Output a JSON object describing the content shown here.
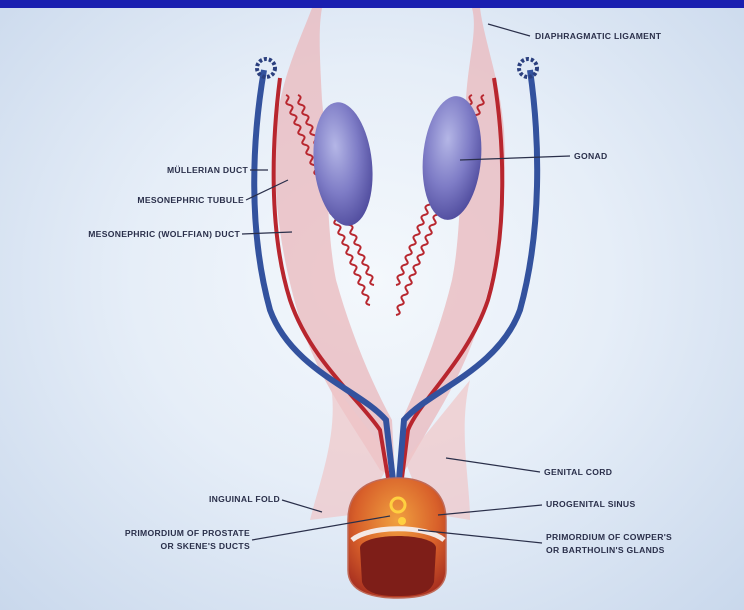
{
  "labels": {
    "diaphragmatic_ligament": "DIAPHRAGMATIC LIGAMENT",
    "gonad": "GONAD",
    "mullerian_duct": "MÜLLERIAN DUCT",
    "mesonephric_tubule": "MESONEPHRIC TUBULE",
    "mesonephric_wolffian_duct": "MESONEPHRIC (WOLFFIAN) DUCT",
    "genital_cord": "GENITAL CORD",
    "inguinal_fold": "INGUINAL FOLD",
    "urogenital_sinus": "UROGENITAL SINUS",
    "primordium_prostate_line1": "PRIMORDIUM OF PROSTATE",
    "primordium_prostate_line2": "OR SKENE'S DUCTS",
    "primordium_cowper_line1": "PRIMORDIUM OF COWPER'S",
    "primordium_cowper_line2": "OR BARTHOLIN'S GLANDS"
  },
  "colors": {
    "frame_blue": "#1a1fb0",
    "duct_blue": "#3a5aa8",
    "tubule_red": "#b8262e",
    "gonad_purple": "#7a78c4",
    "tissue_pink": "#e8b0b4"
  }
}
